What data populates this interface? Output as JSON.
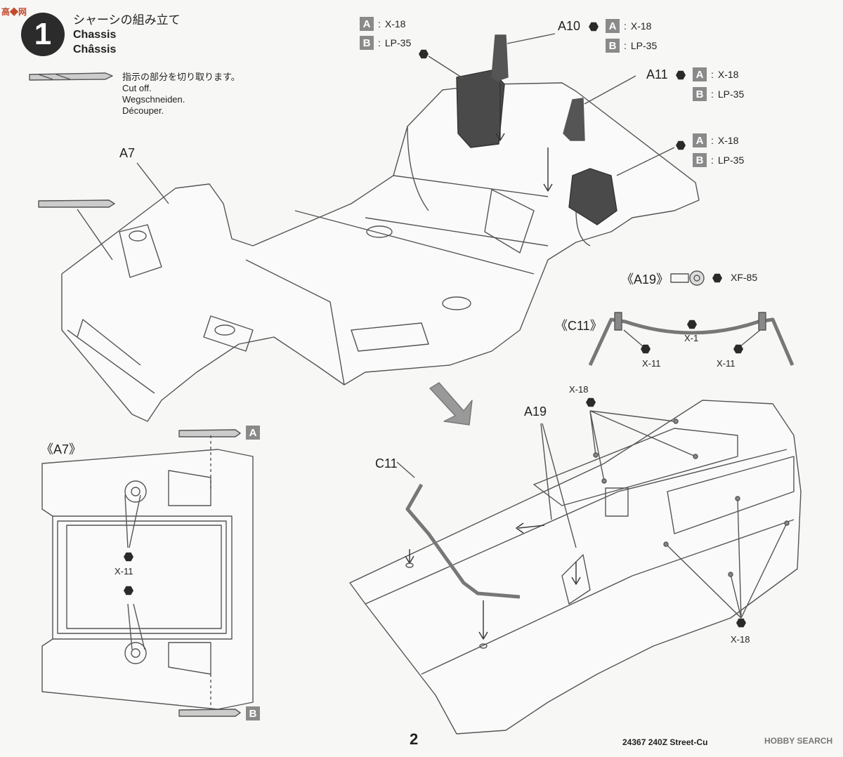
{
  "step": {
    "number": "1",
    "title_jp": "シャーシの組み立て",
    "title_en": "Chassis",
    "title_fr": "Châssis"
  },
  "cut_note": {
    "jp": "指示の部分を切り取ります。",
    "en": "Cut off.",
    "de": "Wegschneiden.",
    "fr": "Découper."
  },
  "parts": {
    "a7": "A7",
    "a10": "A10",
    "a11": "A11",
    "a19": "A19",
    "c11": "C11",
    "a19_detail": "《A19》",
    "c11_detail": "《C11》",
    "a7_detail": "《A7》"
  },
  "paints": {
    "x18": "X-18",
    "lp35": "LP-35",
    "x1": "X-1",
    "x11": "X-11",
    "xf85": "XF-85"
  },
  "variants": {
    "a": "A",
    "b": "B"
  },
  "page": {
    "number": "2",
    "code": "24367  240Z Street-Cu"
  },
  "watermarks": {
    "top": "高◆网",
    "bottom": "HOBBY SEARCH"
  },
  "colors": {
    "line": "#555555",
    "fill_dark": "#3a3a3a",
    "letter_box": "#8a8a8a"
  }
}
